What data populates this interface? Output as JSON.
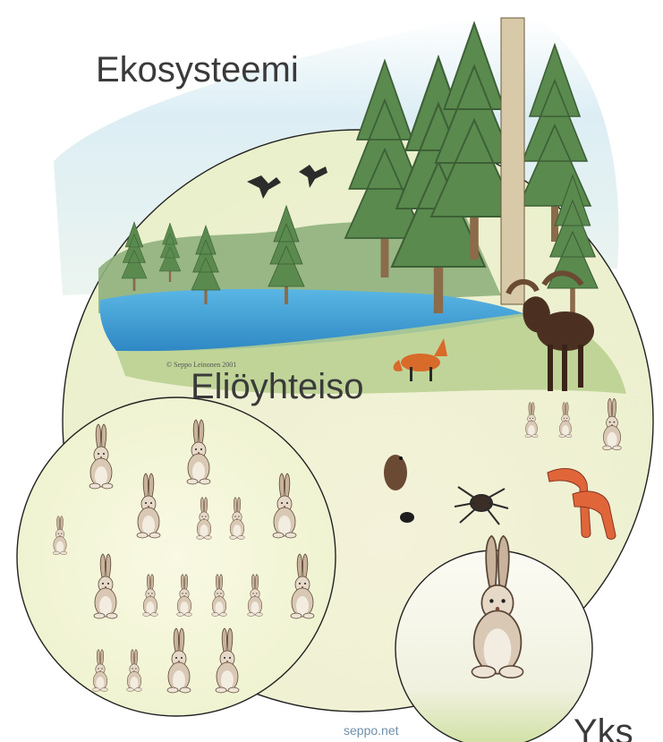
{
  "labels": {
    "ecosystem": "Ekosysteemi",
    "community": "Eliöyhteiso",
    "individual": "Yks"
  },
  "credit": "seppo.net",
  "colors": {
    "sky": "#d8ecf3",
    "forest": "#5f8a52",
    "lake": "#3fa0d6",
    "meadow": "#eef2cf",
    "hare": "#b69a80",
    "label_text": "#3a3a3a"
  }
}
